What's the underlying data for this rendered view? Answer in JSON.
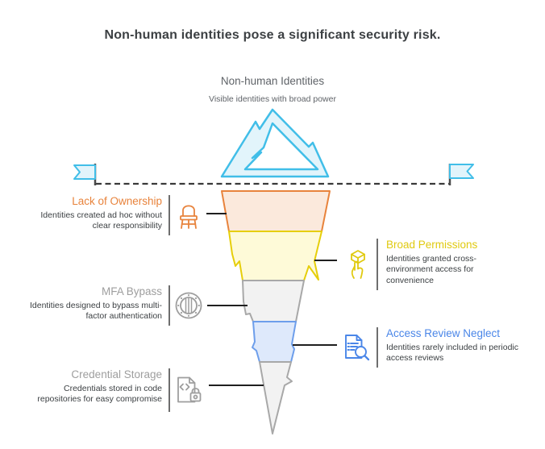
{
  "page": {
    "title": "Non-human identities pose a significant security risk."
  },
  "iceberg": {
    "heading": "Non-human Identities",
    "subheading": "Visible identities with broad power",
    "above_waterline_icon": "mountain-icon",
    "waterline_markers": [
      "flag-icon-left",
      "flag-icon-right"
    ]
  },
  "risks": [
    {
      "label": "Lack of Ownership",
      "description": "Identities created ad hoc without clear responsibility",
      "color": "#E8833C",
      "side": "left",
      "icon": "chair-icon"
    },
    {
      "label": "Broad Permissions",
      "description": "Identities granted cross-environment access for convenience",
      "color": "#E0CA10",
      "side": "right",
      "icon": "cube-in-hand-icon"
    },
    {
      "label": "MFA Bypass",
      "description": "Identities designed to bypass multi-factor authentication",
      "color": "#9E9E9E",
      "side": "left",
      "icon": "porthole-icon"
    },
    {
      "label": "Access Review Neglect",
      "description": "Identities rarely included in periodic access reviews",
      "color": "#4A86E8",
      "side": "right",
      "icon": "document-search-icon"
    },
    {
      "label": "Credential Storage",
      "description": "Credentials stored in code repositories for easy compromise",
      "color": "#9E9E9E",
      "side": "left",
      "icon": "code-document-lock-icon"
    }
  ],
  "palette": {
    "title_text": "#3C4043",
    "body_text": "#3C4043",
    "muted_text": "#5F6368",
    "orange_stroke": "#E8833C",
    "orange_fill": "#FBE9DC",
    "yellow_stroke": "#E6CE0A",
    "yellow_fill": "#FEFAD8",
    "gray_stroke": "#A8A8A8",
    "gray_fill": "#F2F2F2",
    "blue_stroke": "#6D9EEB",
    "blue_fill": "#DEE9FB",
    "iceberg_blue": "#41BEE8",
    "iceberg_fill": "#E2F4FB",
    "waterline": "#3A3A3A",
    "connector": "#1F1F1F"
  }
}
